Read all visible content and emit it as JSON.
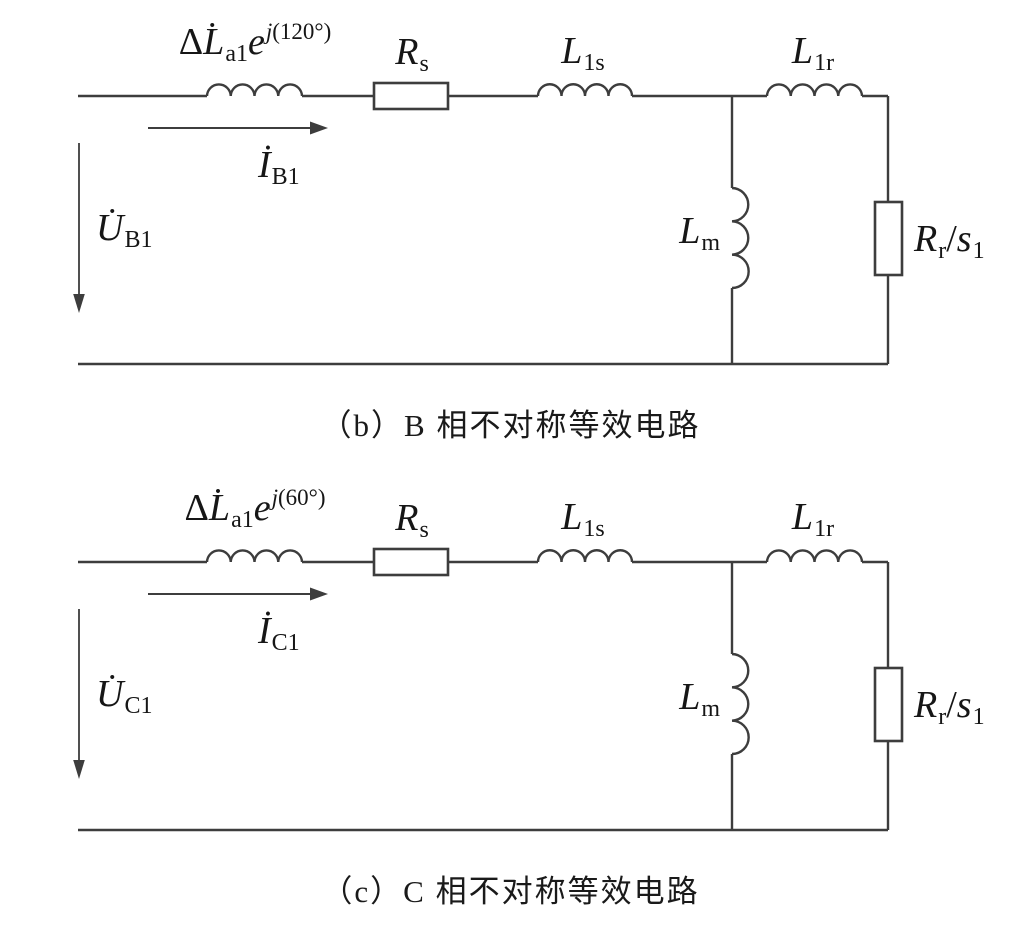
{
  "figure": {
    "background": "#ffffff",
    "line_color": "#3d3d3d",
    "text_color": "#161616"
  },
  "circuits": [
    {
      "id": "b",
      "caption": "（b）B 相不对称等效电路",
      "source_label": {
        "delta": "Δ",
        "inductor": "L̇",
        "inductor_sub": "a1",
        "euler": "e",
        "exp_j": "j",
        "exp_angle": "(120°)"
      },
      "stator_resistance": {
        "symbol": "R",
        "sub": "s"
      },
      "stator_leakage": {
        "symbol": "L",
        "sub": "1s"
      },
      "rotor_leakage": {
        "symbol": "L",
        "sub": "1r"
      },
      "magnetizing": {
        "symbol": "L",
        "sub": "m"
      },
      "rotor_resistance": {
        "symbol": "R",
        "sub": "r",
        "slash": "/",
        "slip": "s",
        "slip_sub": "1"
      },
      "current": {
        "symbol": "İ",
        "sub": "B1"
      },
      "voltage": {
        "symbol": "U̇",
        "sub": "B1"
      }
    },
    {
      "id": "c",
      "caption": "（c）C 相不对称等效电路",
      "source_label": {
        "delta": "Δ",
        "inductor": "L̇",
        "inductor_sub": "a1",
        "euler": "e",
        "exp_j": "j",
        "exp_angle": "(60°)"
      },
      "stator_resistance": {
        "symbol": "R",
        "sub": "s"
      },
      "stator_leakage": {
        "symbol": "L",
        "sub": "1s"
      },
      "rotor_leakage": {
        "symbol": "L",
        "sub": "1r"
      },
      "magnetizing": {
        "symbol": "L",
        "sub": "m"
      },
      "rotor_resistance": {
        "symbol": "R",
        "sub": "r",
        "slash": "/",
        "slip": "s",
        "slip_sub": "1"
      },
      "current": {
        "symbol": "İ",
        "sub": "C1"
      },
      "voltage": {
        "symbol": "U̇",
        "sub": "C1"
      }
    }
  ]
}
